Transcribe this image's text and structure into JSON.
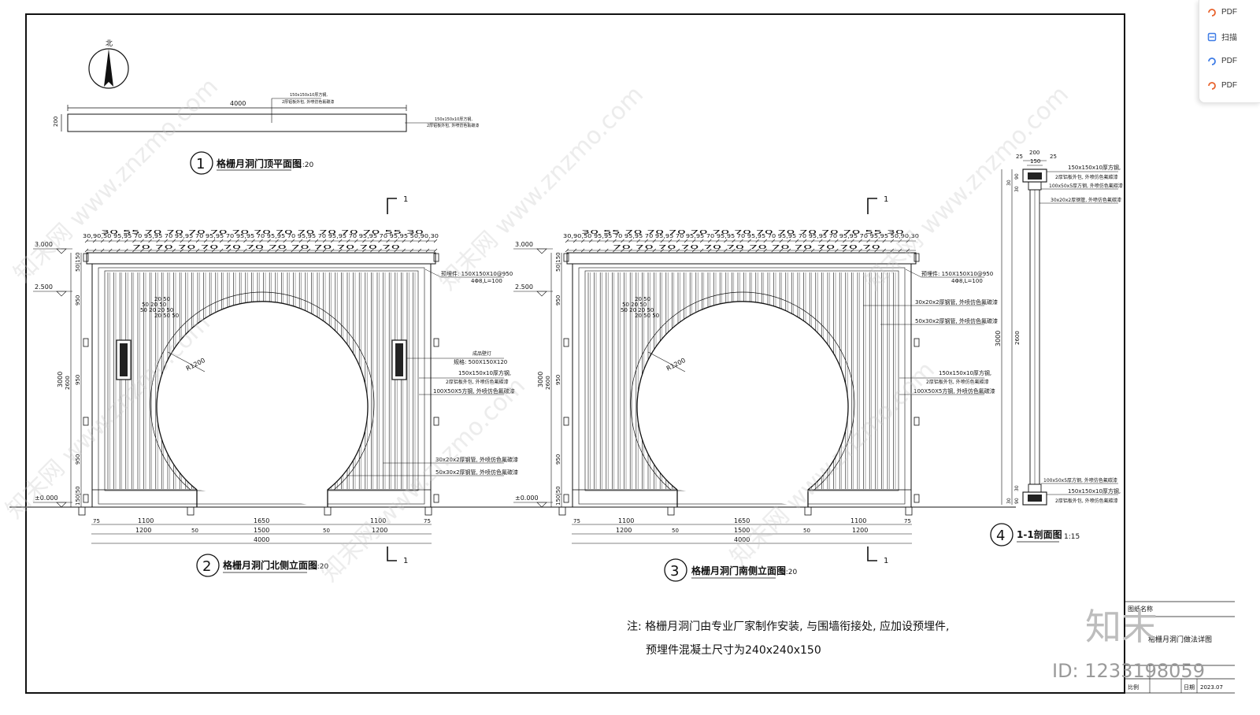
{
  "plan": {
    "north_label": "北",
    "length": "4000",
    "width": "200",
    "note_top_1": "150x150x10厚方钢,",
    "note_top_2": "2厚铝板外包, 外喷仿色氟碳漆",
    "note_right_1": "150x150x10厚方钢,",
    "note_right_2": "2厚铝板外包, 外喷仿色氟碳漆",
    "title_num": "1",
    "title": "格栅月洞门顶平面图",
    "scale": "1:20"
  },
  "section_mark": "1",
  "north": {
    "title_num": "2",
    "title": "格栅月洞门北侧立面图",
    "scale": "1:20",
    "levels": [
      "3.000",
      "2.500",
      "±0.000"
    ],
    "dims_top_row1": "30,90,50  95,95  70  95,95  70  95,95  70  95,95  70  95,95  70  95,95  70  95,95  70  95,95  70  95,95  70  95,95  50,90,30",
    "dims_top_row1_b": "30 55   70   70   70   70   70   70   70   70   70   70   70   55 30",
    "dims_top_row2": "70   70   70   70   70   70   70   70   70   70   70   70",
    "dims_left": [
      "50|150",
      "950",
      "2600",
      "950",
      "950",
      "150|50",
      "3000"
    ],
    "dims_bottom_1": [
      "75",
      "1100",
      "1650",
      "1100",
      "75"
    ],
    "dims_bottom_2": [
      "1200",
      "50",
      "1500",
      "50",
      "1200"
    ],
    "dims_bottom_3": "4000",
    "radius": "R1200",
    "arch_dims": [
      "20 50",
      "50 20 50",
      "50 20 20 50",
      "20 50 50"
    ],
    "notes": [
      "预埋件: 150X150X10@950",
      "4Φ8,L=100",
      "成品壁灯",
      "规格: 500X150X120",
      "150x150x10厚方钢,",
      "2厚铝板外包, 外喷仿色氟碳漆",
      "100X50X5方钢, 外喷仿色氟碳漆",
      "30x20x2厚钢管, 外喷仿色氟碳漆",
      "50x30x2厚钢管, 外喷仿色氟碳漆"
    ]
  },
  "south": {
    "title_num": "3",
    "title": "格栅月洞门南侧立面图",
    "scale": "1:20",
    "levels": [
      "3.000",
      "2.500",
      "±0.000"
    ],
    "dims_top_row1": "30,90,50  95,95  70  95,95  70  95,95  70  95,95  70  95,95  70  95,95  70  95,95  70  95,95  70  95,95  70  95,95  50,90,30",
    "dims_top_row1_b": "30 55   70   70   70   70   70   70   70   70   70   70   70   55 30",
    "dims_top_row2": "70   70   70   70   70   70   70   70   70   70   70   70",
    "dims_left": [
      "50|150",
      "950",
      "2600",
      "950",
      "950",
      "150|50",
      "3000"
    ],
    "dims_bottom_1": [
      "75",
      "1100",
      "1650",
      "1100",
      "75"
    ],
    "dims_bottom_2": [
      "1200",
      "50",
      "1500",
      "50",
      "1200"
    ],
    "dims_bottom_3": "4000",
    "radius": "R1200",
    "arch_dims": [
      "20 50",
      "50 20 50",
      "50 20 20 50",
      "20 50 50"
    ],
    "notes": [
      "预埋件: 150X150X10@950",
      "4Φ8,L=100",
      "30x20x2厚钢管, 外喷仿色氟碳漆",
      "50x30x2厚钢管, 外喷仿色氟碳漆",
      "150x150x10厚方钢,",
      "2厚铝板外包, 外喷仿色氟碳漆",
      "100X50X5方钢, 外喷仿色氟碳漆"
    ]
  },
  "section": {
    "title_num": "4",
    "title": "1-1剖面图",
    "scale": "1:15",
    "dims_top": [
      "25",
      "200",
      "25",
      "150"
    ],
    "dims_left": [
      "30",
      "90",
      "30",
      "2600",
      "30",
      "90",
      "30",
      "3000"
    ],
    "notes": [
      "150x150x10厚方钢,",
      "2厚铝板外包, 外喷仿色氟碳漆",
      "100x50x5厚方钢, 外喷仿色氟碳漆",
      "30x20x2厚钢管, 外喷仿色氟碳漆",
      "100x50x5厚方钢, 外喷仿色氟碳漆",
      "150x150x10厚方钢,",
      "2厚铝板外包, 外喷仿色氟碳漆"
    ]
  },
  "general_note_1": "注: 格栅月洞门由专业厂家制作安装, 与围墙衔接处, 应加设预埋件,",
  "general_note_2": "预埋件混凝土尺寸为240x240x150",
  "title_block": {
    "label_1": "图纸名称",
    "drawing_name": "格栅月洞门做法详图",
    "scale_label": "比例",
    "date_label": "日期",
    "date": "2023.07"
  },
  "watermarks": {
    "brand": "知末网 www.znzmo.com",
    "logo": "知末",
    "id": "ID: 1233198059"
  },
  "side_panel": {
    "items": [
      "PDF",
      "扫描",
      "PDF",
      "PDF"
    ]
  },
  "colors": {
    "line": "#111111",
    "watermark": "#c8c8c8",
    "panel_icon_1": "#e8622c",
    "panel_icon_2": "#3d7be6"
  }
}
